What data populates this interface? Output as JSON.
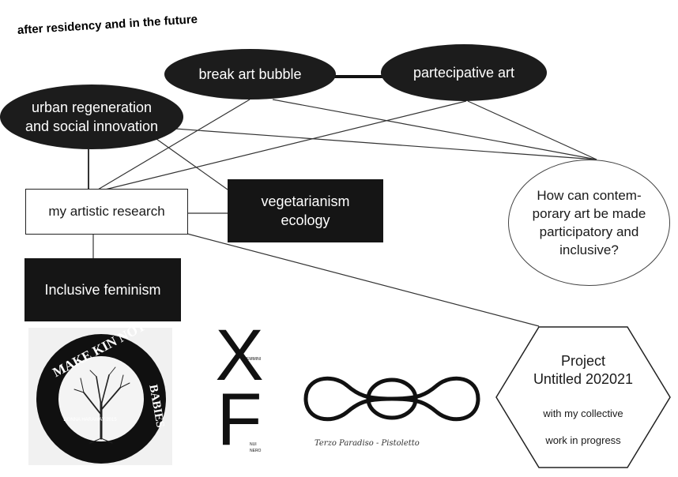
{
  "title": "after residency and in the future",
  "nodes": {
    "break": "break art bubble",
    "partecipative": "partecipative art",
    "urban_line1": "urban regeneration",
    "urban_line2": "and social innovation",
    "research": "my artistic research",
    "veg_line1": "vegetarianism",
    "veg_line2": "ecology",
    "question_lines": [
      "How can contem-",
      "porary art be made",
      "participatory and",
      "inclusive?"
    ],
    "feminism": "Inclusive feminism"
  },
  "project": {
    "title_line1": "Project",
    "title_line2": "Untitled 202021",
    "sub1": "with my collective",
    "sub2": "work in progress"
  },
  "logos": {
    "make_kin": {
      "icon": "tree-icon",
      "top_text": "MAKE KIN NOT",
      "side_text": "BABIES",
      "credit": "DONNA HARAWAY 2015"
    },
    "xf": {
      "letters": [
        "X",
        "F"
      ],
      "small_top": "FEMMINI",
      "small_bottom_1": "NUI",
      "small_bottom_2": "NERO"
    },
    "infinity": {
      "icon": "infinity-icon",
      "signature": "Terzo Paradiso - Pistoletto"
    }
  }
}
